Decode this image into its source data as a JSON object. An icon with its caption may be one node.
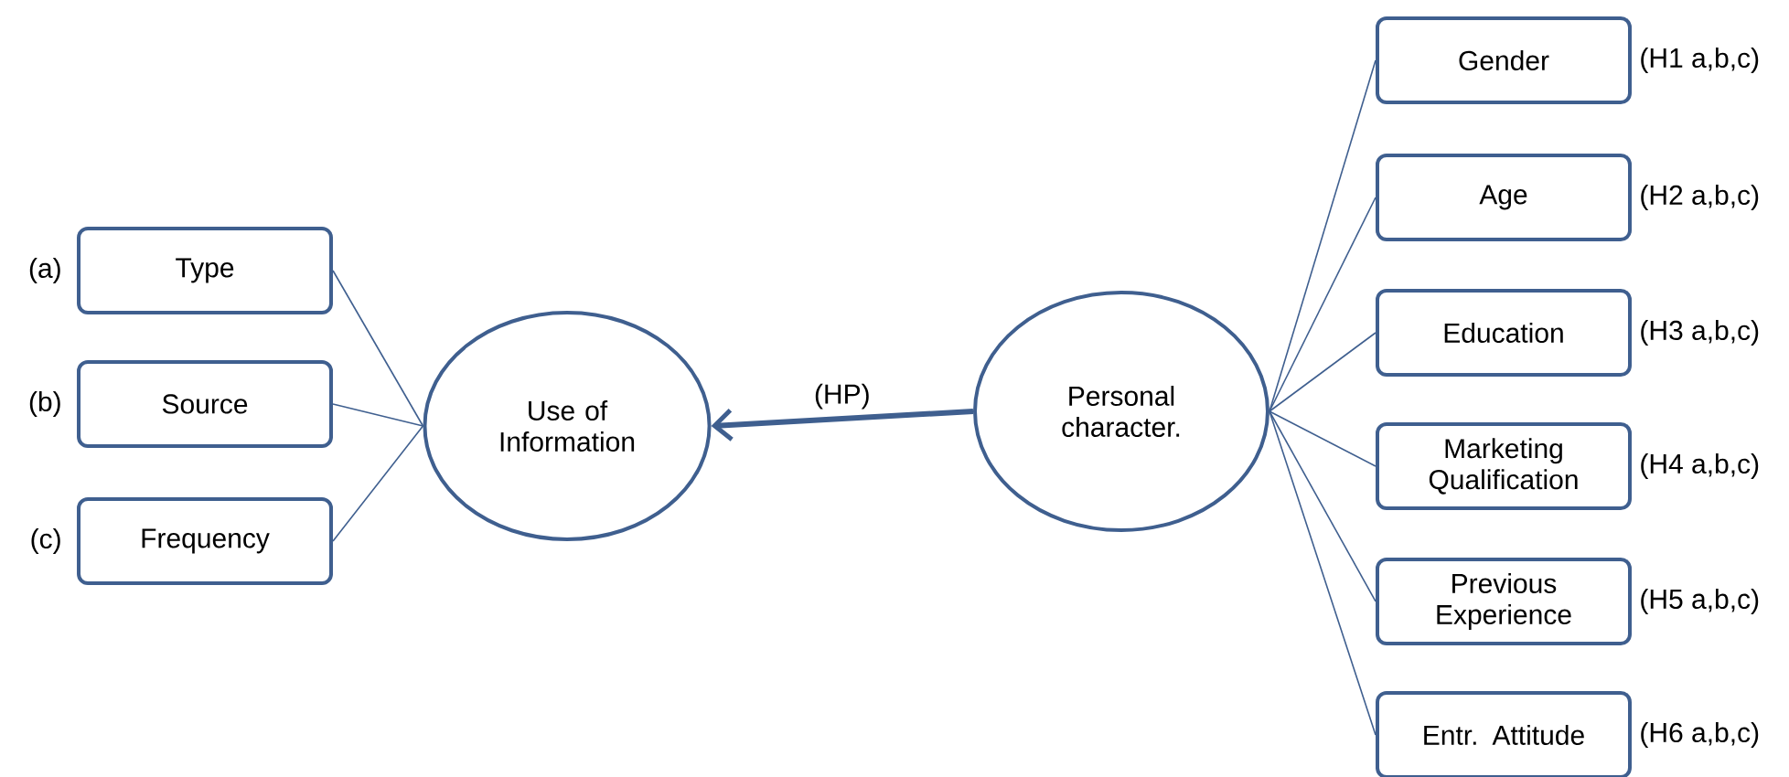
{
  "diagram": {
    "nodes": [
      {
        "text": [
          "Type"
        ],
        "beside": [
          "(a)"
        ]
      },
      {
        "text": [
          "Source"
        ],
        "beside": [
          "(b)"
        ]
      },
      {
        "text": [
          "Frequency"
        ],
        "beside": [
          "(c)"
        ]
      },
      {
        "text": [
          "Use of Information"
        ]
      },
      {
        "text": [
          "Personal character."
        ]
      },
      {
        "text": [
          "Gender"
        ],
        "beside": [
          "(H1 a,b,c)"
        ]
      },
      {
        "text": [
          "Age"
        ],
        "beside": [
          "(H2 a,b,c)"
        ]
      },
      {
        "text": [
          "Education"
        ],
        "beside": [
          "(H3 a,b,c)"
        ]
      },
      {
        "text": [
          "Marketing Qualification"
        ],
        "beside": [
          "(H4 a,b,c)"
        ]
      },
      {
        "text": [
          "Previous Experience"
        ],
        "beside": [
          "(H5 a,b,c)"
        ]
      },
      {
        "text": [
          "Entr. Attitude"
        ],
        "beside": [
          "(H6 a,b,c)"
        ]
      }
    ],
    "edges": [
      {
        "from": 0,
        "to": 3,
        "arrow": "none"
      },
      {
        "from": 1,
        "to": 3,
        "arrow": "none"
      },
      {
        "from": 2,
        "to": 3,
        "arrow": "none"
      },
      {
        "from": 4,
        "to": 3,
        "arrow": "to",
        "label": "(HP)",
        "style": "thick"
      },
      {
        "from": 4,
        "to": 5,
        "arrow": "none"
      },
      {
        "from": 4,
        "to": 6,
        "arrow": "none"
      },
      {
        "from": 4,
        "to": 7,
        "arrow": "none"
      },
      {
        "from": 4,
        "to": 8,
        "arrow": "none"
      },
      {
        "from": 4,
        "to": 9,
        "arrow": "none"
      },
      {
        "from": 4,
        "to": 10,
        "arrow": "none"
      }
    ]
  }
}
